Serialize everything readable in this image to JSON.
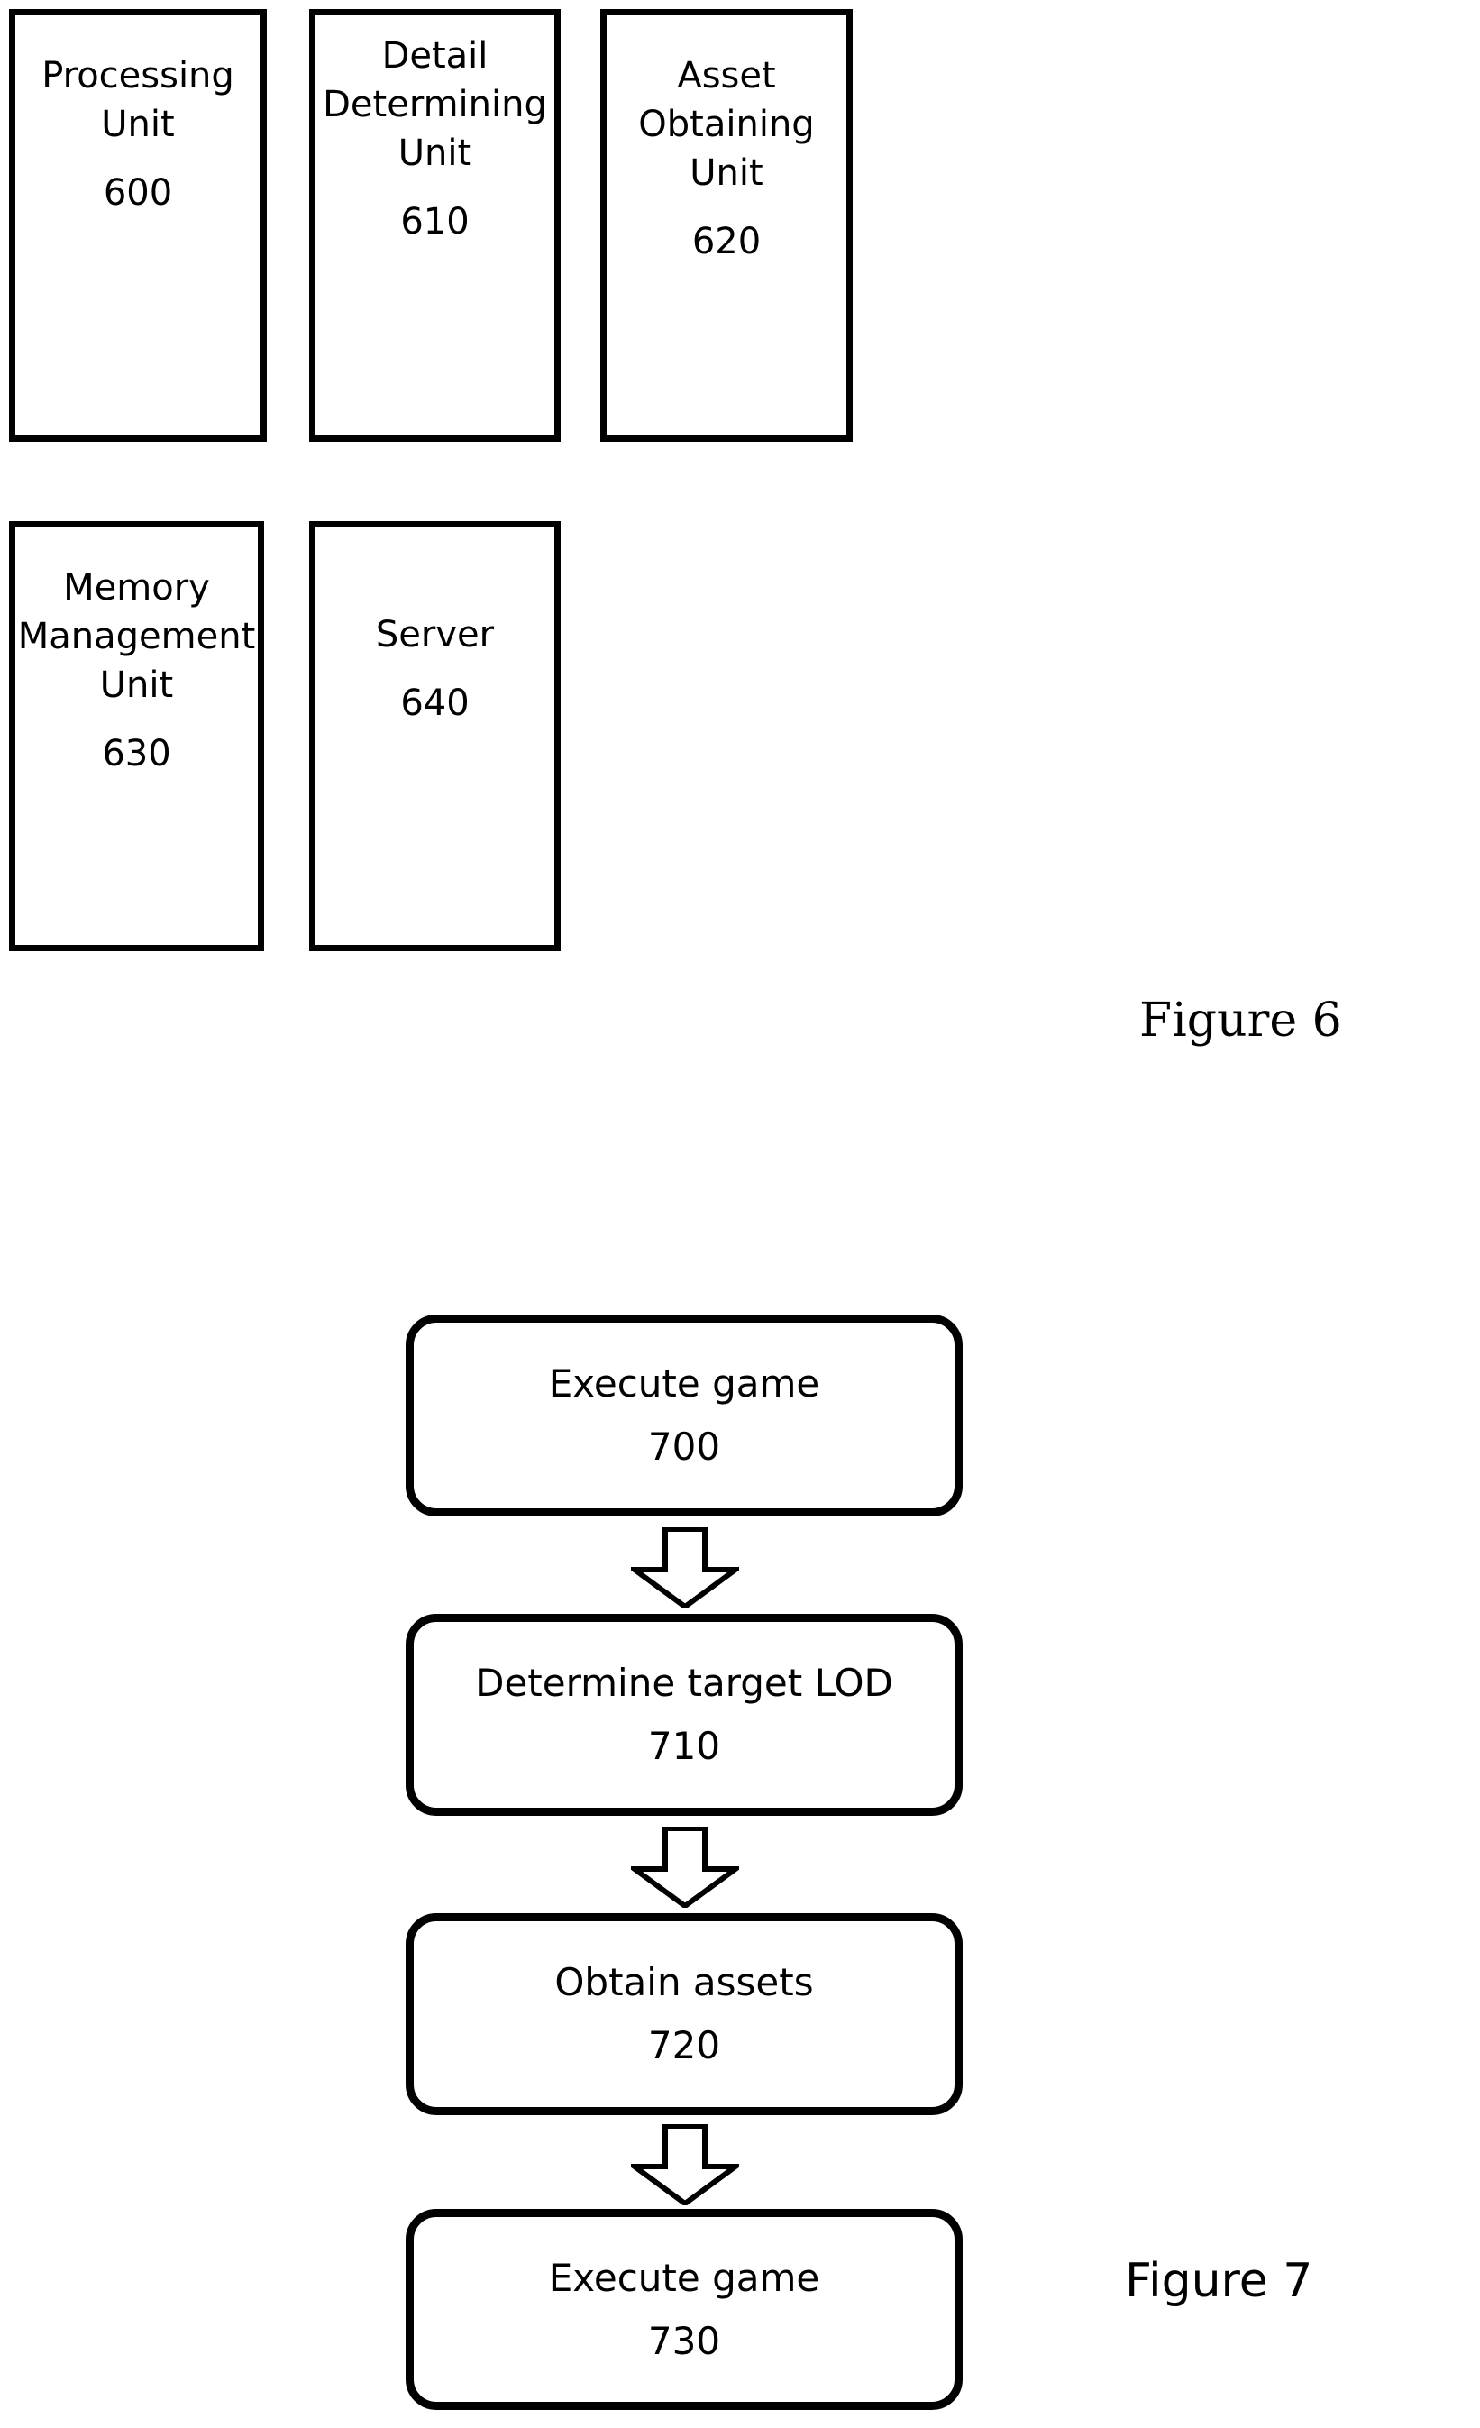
{
  "figure6": {
    "caption": "Figure 6",
    "boxes": [
      {
        "title": "Processing\nUnit",
        "ref": "600",
        "name": "processing-unit"
      },
      {
        "title": "Detail\nDetermining\nUnit",
        "ref": "610",
        "name": "detail-determining-unit"
      },
      {
        "title": "Asset\nObtaining Unit",
        "ref": "620",
        "name": "asset-obtaining-unit"
      },
      {
        "title": "Memory\nManagement\nUnit",
        "ref": "630",
        "name": "memory-management-unit"
      },
      {
        "title": "Server",
        "ref": "640",
        "name": "server"
      }
    ]
  },
  "figure7": {
    "caption": "Figure 7",
    "steps": [
      {
        "label": "Execute game",
        "ref": "700",
        "name": "execute-game-700"
      },
      {
        "label": "Determine target LOD",
        "ref": "710",
        "name": "determine-target-lod-710"
      },
      {
        "label": "Obtain assets",
        "ref": "720",
        "name": "obtain-assets-720"
      },
      {
        "label": "Execute game",
        "ref": "730",
        "name": "execute-game-730"
      }
    ],
    "connectors": [
      {
        "icon": "down-arrow-icon"
      },
      {
        "icon": "down-arrow-icon"
      },
      {
        "icon": "down-arrow-icon"
      }
    ]
  },
  "colors": {
    "stroke": "#000000",
    "background": "#ffffff"
  }
}
